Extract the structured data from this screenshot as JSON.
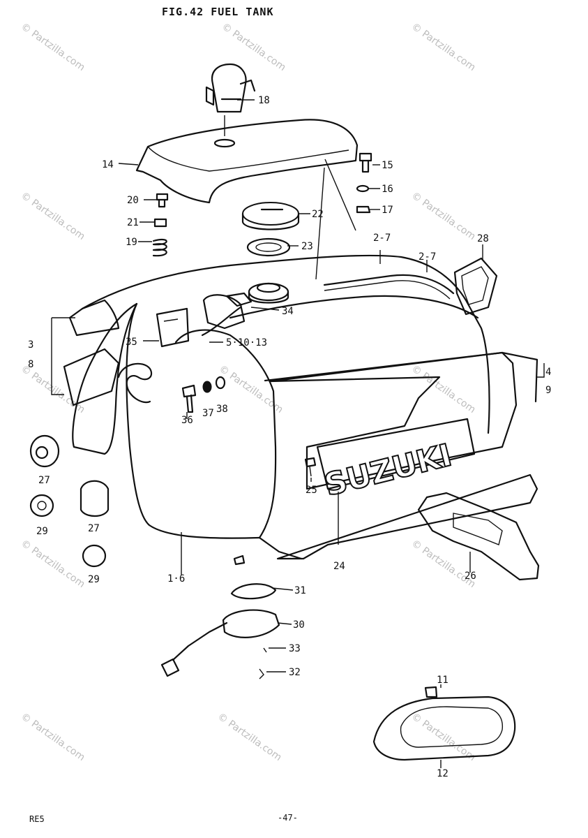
{
  "document": {
    "title": "FIG.42  FUEL TANK",
    "model_code": "RE5",
    "page_number": "-47-"
  },
  "watermark": {
    "text": "© Partzilla.com"
  },
  "tank_logo_text": "SUZUKI",
  "callouts": [
    "18",
    "14",
    "15",
    "16",
    "17",
    "20",
    "21",
    "22",
    "19",
    "23",
    "2-7",
    "2-7",
    "28",
    "34",
    "3",
    "8",
    "35",
    "5·10·13",
    "4",
    "9",
    "36",
    "37",
    "38",
    "27",
    "29",
    "27",
    "29",
    "25",
    "24",
    "26",
    "1·6",
    "31",
    "30",
    "33",
    "32",
    "11",
    "12"
  ]
}
